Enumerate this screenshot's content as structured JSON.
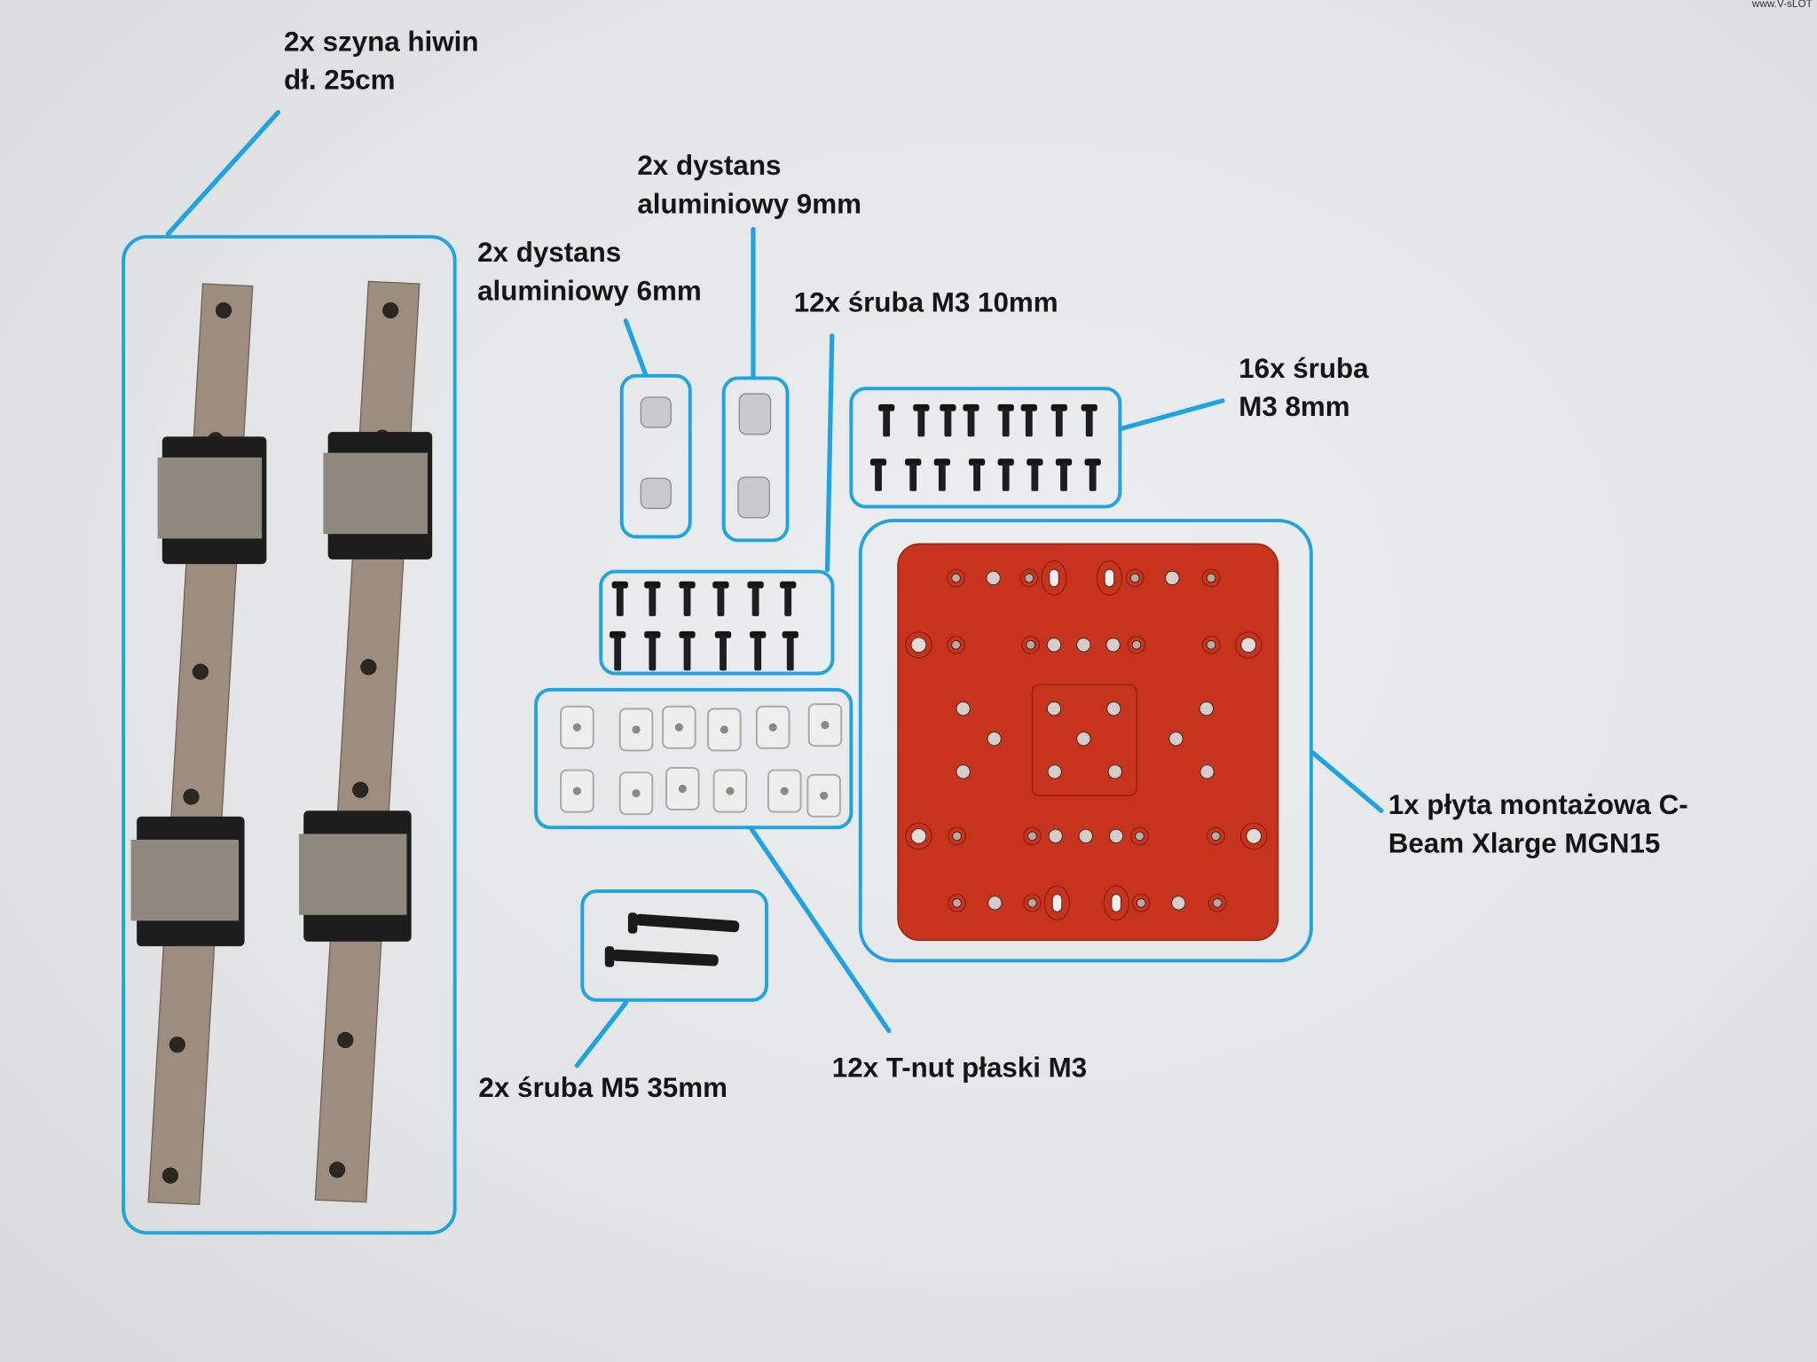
{
  "watermark": "www.V-sLOT",
  "colors": {
    "annotation": "#1ea3e3",
    "plate": "#c8331d",
    "rail": "#9a8b7c"
  },
  "labels": {
    "rails": [
      "2x szyna hiwin",
      "dł. 25cm"
    ],
    "spacer_6mm": [
      "2x dystans",
      "aluminiowy 6mm"
    ],
    "spacer_9mm": [
      "2x dystans",
      "aluminiowy 9mm"
    ],
    "screw_m3_10": "12x śruba M3 10mm",
    "screw_m3_8": [
      "16x śruba",
      "M3 8mm"
    ],
    "plate": [
      "1x płyta montażowa C-",
      "Beam Xlarge MGN15"
    ],
    "tnut": "12x T-nut płaski M3",
    "screw_m5": "2x śruba M5 35mm"
  }
}
